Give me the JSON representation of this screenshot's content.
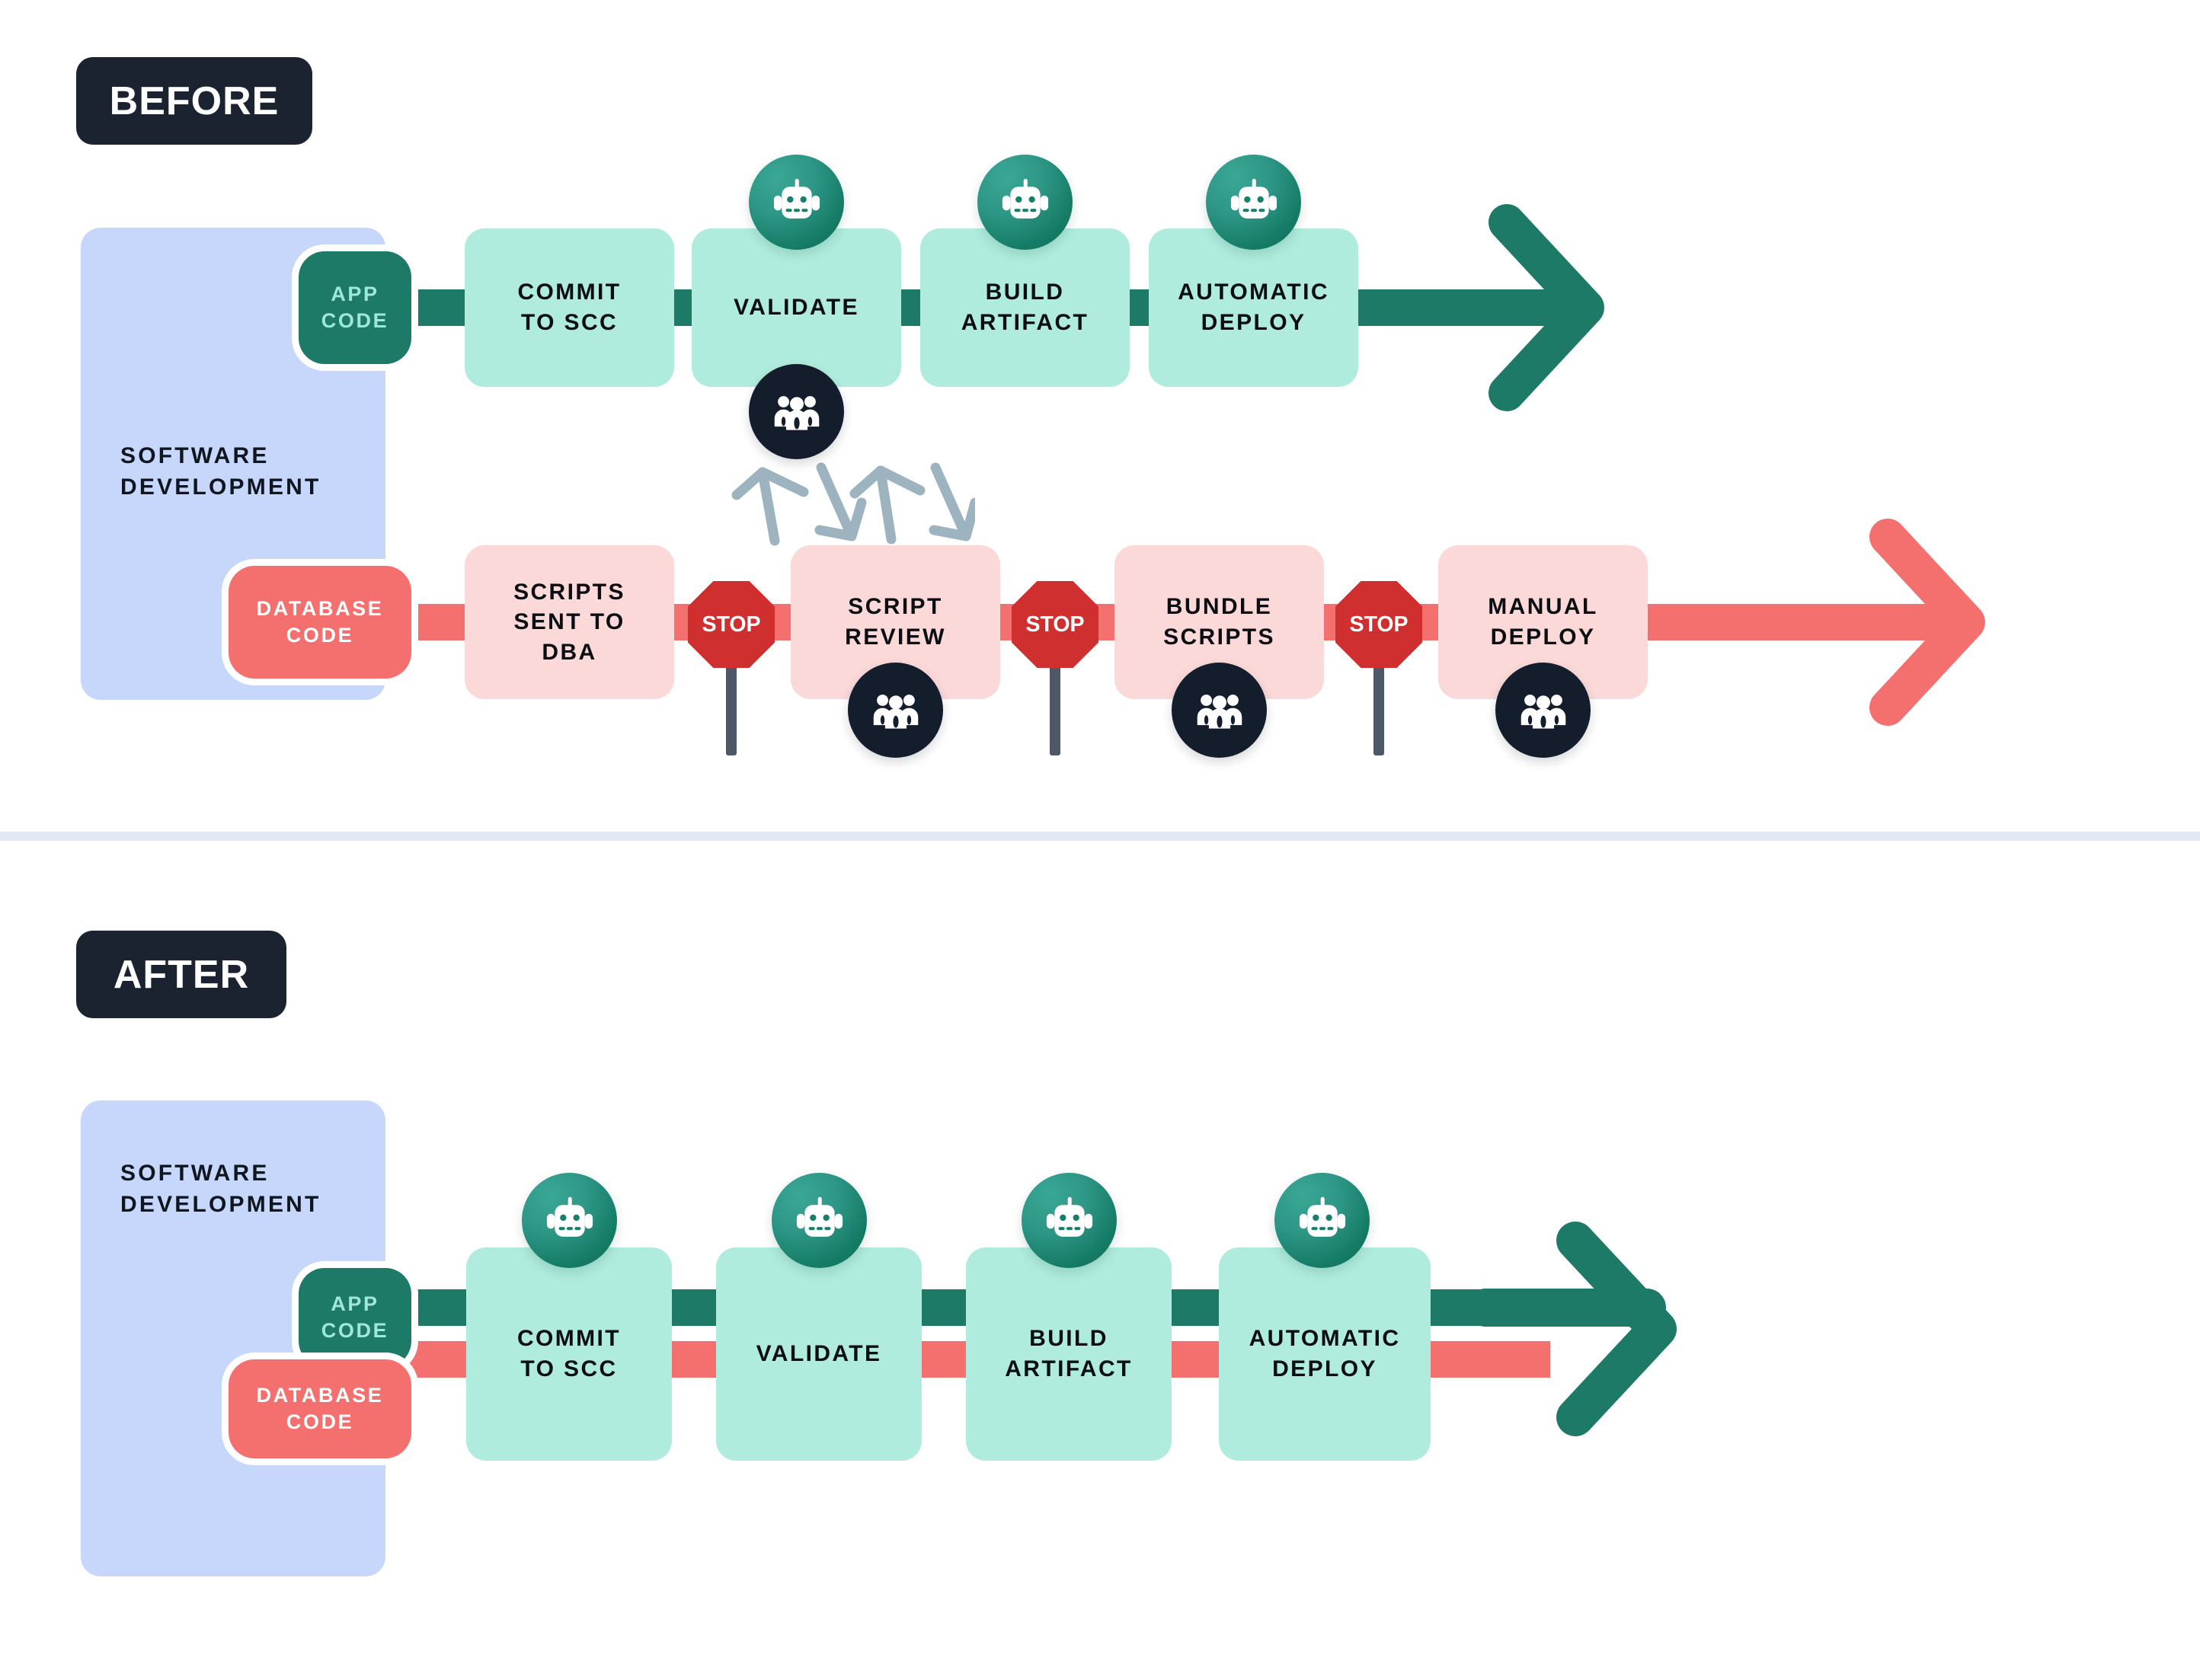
{
  "page": {
    "background": "#ffffff",
    "divider_color": "#e3e9f4"
  },
  "colors": {
    "badge_bg": "#1b2330",
    "lane_panel": "#c6d7fb",
    "app_pill_bg": "#1d7a66",
    "app_pill_text": "#9fe8d8",
    "db_pill_bg": "#f4706e",
    "db_pill_text": "#ffffff",
    "mint_stage": "#b0ecdd",
    "pink_stage": "#fbd9d8",
    "green_line": "#1d7a66",
    "red_line": "#f4706e",
    "stop_sign": "#cf2f2e",
    "stop_post": "#4e5866",
    "robot_circle": "#17806a",
    "people_circle": "#141d2c",
    "zigzag_arrow": "#9db4c0"
  },
  "sections": [
    {
      "id": "before",
      "badge_label": "BEFORE",
      "lane_label": "SOFTWARE\nDEVELOPMENT",
      "rows": [
        {
          "id": "before-app-row",
          "track_color": "#1d7a66",
          "pill": {
            "label_line1": "APP",
            "label_line2": "CODE",
            "kind": "app"
          },
          "stages": [
            {
              "label": "COMMIT\nTO SCC",
              "icons": []
            },
            {
              "label": "VALIDATE",
              "icons": [
                "robot-icon",
                "people-icon"
              ]
            },
            {
              "label": "BUILD\nARTIFACT",
              "icons": [
                "robot-icon"
              ]
            },
            {
              "label": "AUTOMATIC\nDEPLOY",
              "icons": [
                "robot-icon"
              ]
            }
          ],
          "terminator": "arrow-right-green"
        },
        {
          "id": "before-db-row",
          "track_color": "#f4706e",
          "pill": {
            "label_line1": "DATABASE",
            "label_line2": "CODE",
            "kind": "db"
          },
          "stages": [
            {
              "label": "SCRIPTS\nSENT TO\nDBA",
              "icons": []
            },
            {
              "label": "SCRIPT\nREVIEW",
              "icons": [
                "people-icon"
              ]
            },
            {
              "label": "BUNDLE\nSCRIPTS",
              "icons": [
                "people-icon"
              ]
            },
            {
              "label": "MANUAL\nDEPLOY",
              "icons": [
                "people-icon"
              ]
            }
          ],
          "gates": [
            "STOP",
            "STOP",
            "STOP"
          ],
          "terminator": "arrow-right-red"
        }
      ],
      "rework_arrows": [
        "up",
        "down",
        "up",
        "down"
      ]
    },
    {
      "id": "after",
      "badge_label": "AFTER",
      "lane_label": "SOFTWARE\nDEVELOPMENT",
      "rows": [
        {
          "id": "after-merged-row",
          "track_color": "#1d7a66",
          "secondary_track_color": "#f4706e",
          "pills": [
            {
              "label_line1": "APP",
              "label_line2": "CODE",
              "kind": "app"
            },
            {
              "label_line1": "DATABASE",
              "label_line2": "CODE",
              "kind": "db"
            }
          ],
          "stages": [
            {
              "label": "COMMIT\nTO SCC",
              "icons": [
                "robot-icon"
              ]
            },
            {
              "label": "VALIDATE",
              "icons": [
                "robot-icon"
              ]
            },
            {
              "label": "BUILD\nARTIFACT",
              "icons": [
                "robot-icon"
              ]
            },
            {
              "label": "AUTOMATIC\nDEPLOY",
              "icons": [
                "robot-icon"
              ]
            }
          ],
          "terminator": "arrow-right-green"
        }
      ]
    }
  ],
  "stop_label": "STOP"
}
